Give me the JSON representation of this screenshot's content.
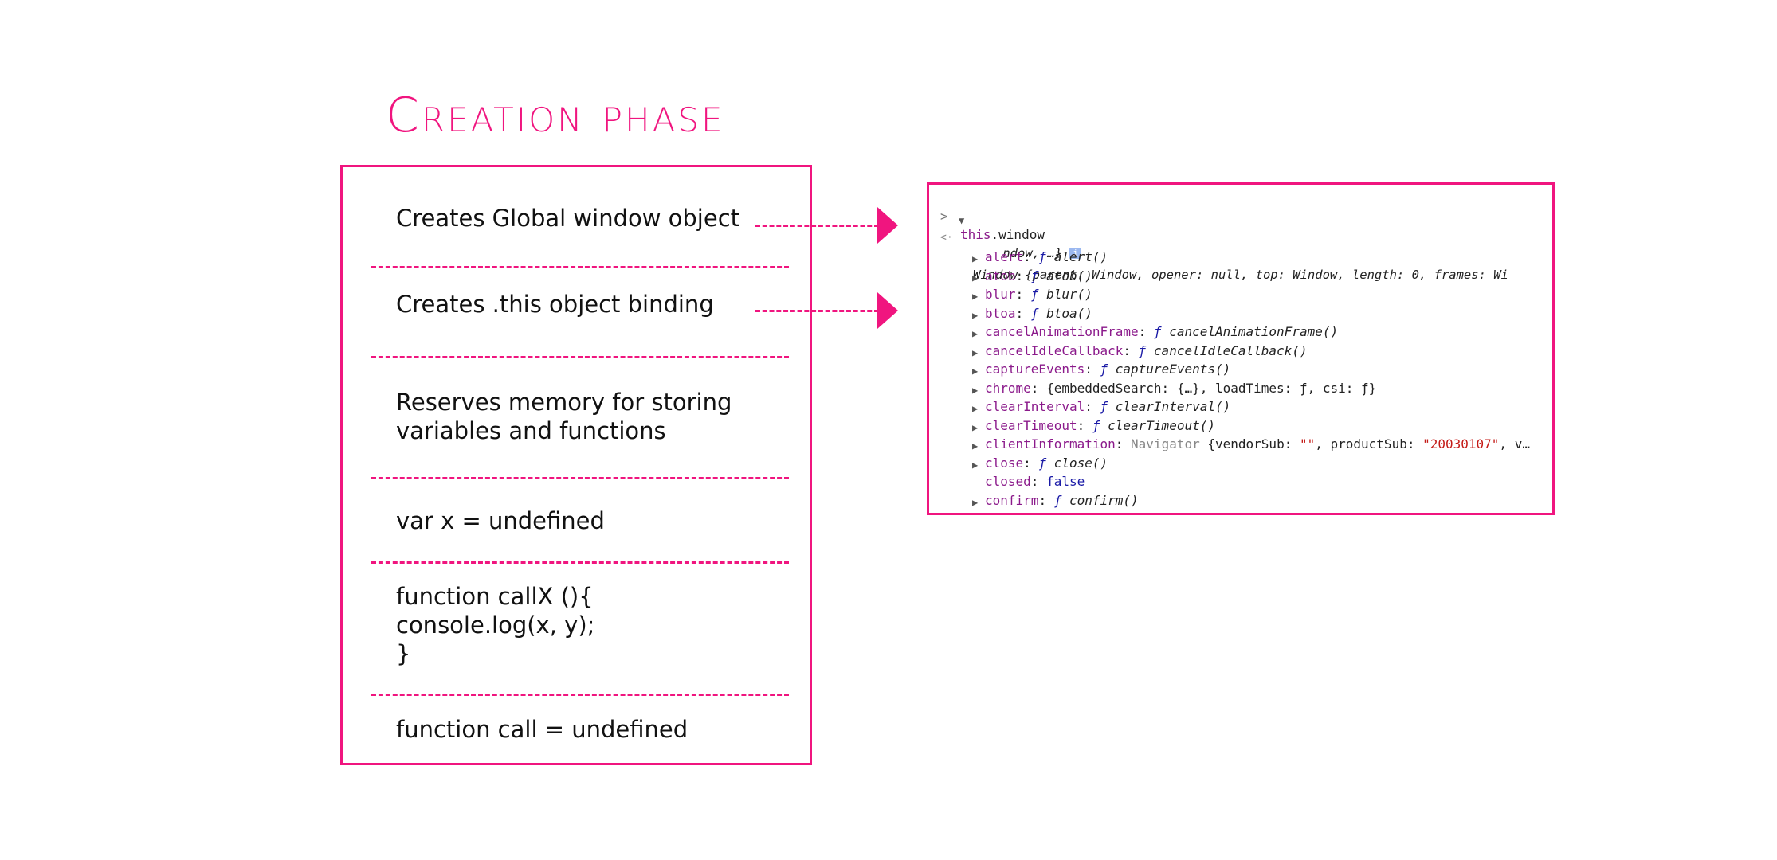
{
  "title": "Creation phase",
  "phase_items": [
    "Creates Global window object",
    "Creates .this object binding",
    "Reserves memory for storing\nvariables and functions",
    "var x = undefined",
    "function callX (){\nconsole.log(x, y);\n}",
    "function call = undefined"
  ],
  "console": {
    "input_prompt": ">",
    "input_this": "this",
    "input_rest": ".window",
    "output_prompt": "<·",
    "window_line1": "Window {parent: Window, opener: null, top: Window, length: 0, frames: Wi",
    "window_line2": "ndow, …}",
    "info_badge": "i",
    "props": [
      {
        "key": "alert",
        "sep": ": ",
        "f": "ƒ",
        "val": "alert()"
      },
      {
        "key": "atob",
        "sep": ": ",
        "f": "ƒ",
        "val": "atob()"
      },
      {
        "key": "blur",
        "sep": ": ",
        "f": "ƒ",
        "val": "blur()"
      },
      {
        "key": "btoa",
        "sep": ": ",
        "f": "ƒ",
        "val": "btoa()"
      },
      {
        "key": "cancelAnimationFrame",
        "sep": ": ",
        "f": "ƒ",
        "val": "cancelAnimationFrame()"
      },
      {
        "key": "cancelIdleCallback",
        "sep": ": ",
        "f": "ƒ",
        "val": "cancelIdleCallback()"
      },
      {
        "key": "captureEvents",
        "sep": ": ",
        "f": "ƒ",
        "val": "captureEvents()"
      },
      {
        "key": "chrome",
        "sep": ": ",
        "f": "",
        "val": "{embeddedSearch: {…}, loadTimes: ƒ, csi: ƒ}"
      },
      {
        "key": "clearInterval",
        "sep": ": ",
        "f": "ƒ",
        "val": "clearInterval()"
      },
      {
        "key": "clearTimeout",
        "sep": ": ",
        "f": "ƒ",
        "val": "clearTimeout()"
      },
      {
        "key": "clientInformation",
        "sep": ": ",
        "f": "",
        "val": "Navigator {vendorSub: \"\", productSub: \"20030107\", v…"
      },
      {
        "key": "close",
        "sep": ": ",
        "f": "ƒ",
        "val": "close()"
      },
      {
        "key": "closed",
        "sep": ": ",
        "f": "",
        "val": "false"
      },
      {
        "key": "confirm",
        "sep": ": ",
        "f": "ƒ",
        "val": "confirm()"
      }
    ]
  },
  "colors": {
    "accent": "#f0157f",
    "console_key": "#8b1a8b",
    "console_f": "#1a1aa6",
    "console_string": "#c41a16"
  }
}
